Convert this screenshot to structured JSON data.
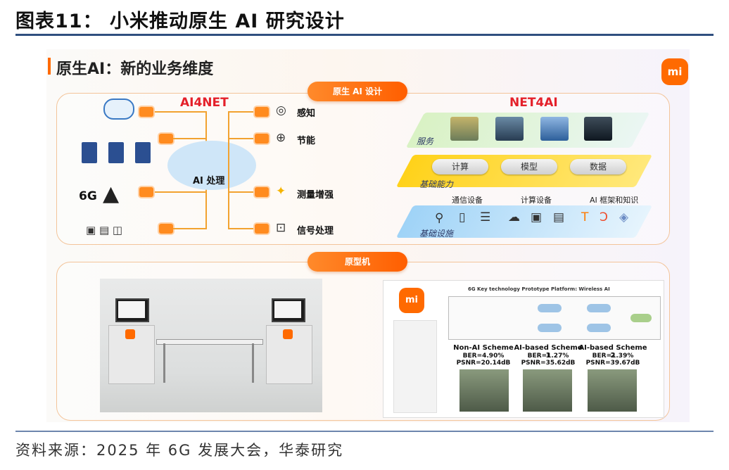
{
  "figure_title": "图表11：  小米推动原生 AI 研究设计",
  "source": "资料来源：2025 年 6G 发展大会，华泰研究",
  "slide": {
    "heading": "原生AI：新的业务维度",
    "logo": "mi",
    "top_pill": "原生 AI 设计",
    "bottom_pill": "原型机",
    "ai4net": {
      "title": "AI4NET",
      "center": "AI 处理",
      "network_label": "6G",
      "functions": [
        "感知",
        "节能",
        "测量增强",
        "信号处理"
      ]
    },
    "net4ai": {
      "title": "NET4AI",
      "layers": [
        "服务",
        "基础能力",
        "基础设施"
      ],
      "capabilities": [
        "计算",
        "模型",
        "数据"
      ],
      "infra_columns": [
        "通信设备",
        "计算设备",
        "AI 框架和知识"
      ]
    },
    "prototype": {
      "logo": "mi",
      "platform_title": "6G Key technology Prototype Platform: Wireless AI",
      "schemes": [
        {
          "name": "Non-AI Scheme",
          "ber": "BER=4.90%",
          "psnr": "PSNR=20.14dB"
        },
        {
          "name": "AI-based Scheme 1",
          "ber": "BER=1.27%",
          "psnr": "PSNR=35.62dB"
        },
        {
          "name": "AI-based Scheme 2",
          "ber": "BER=1.39%",
          "psnr": "PSNR=39.67dB"
        }
      ]
    }
  }
}
